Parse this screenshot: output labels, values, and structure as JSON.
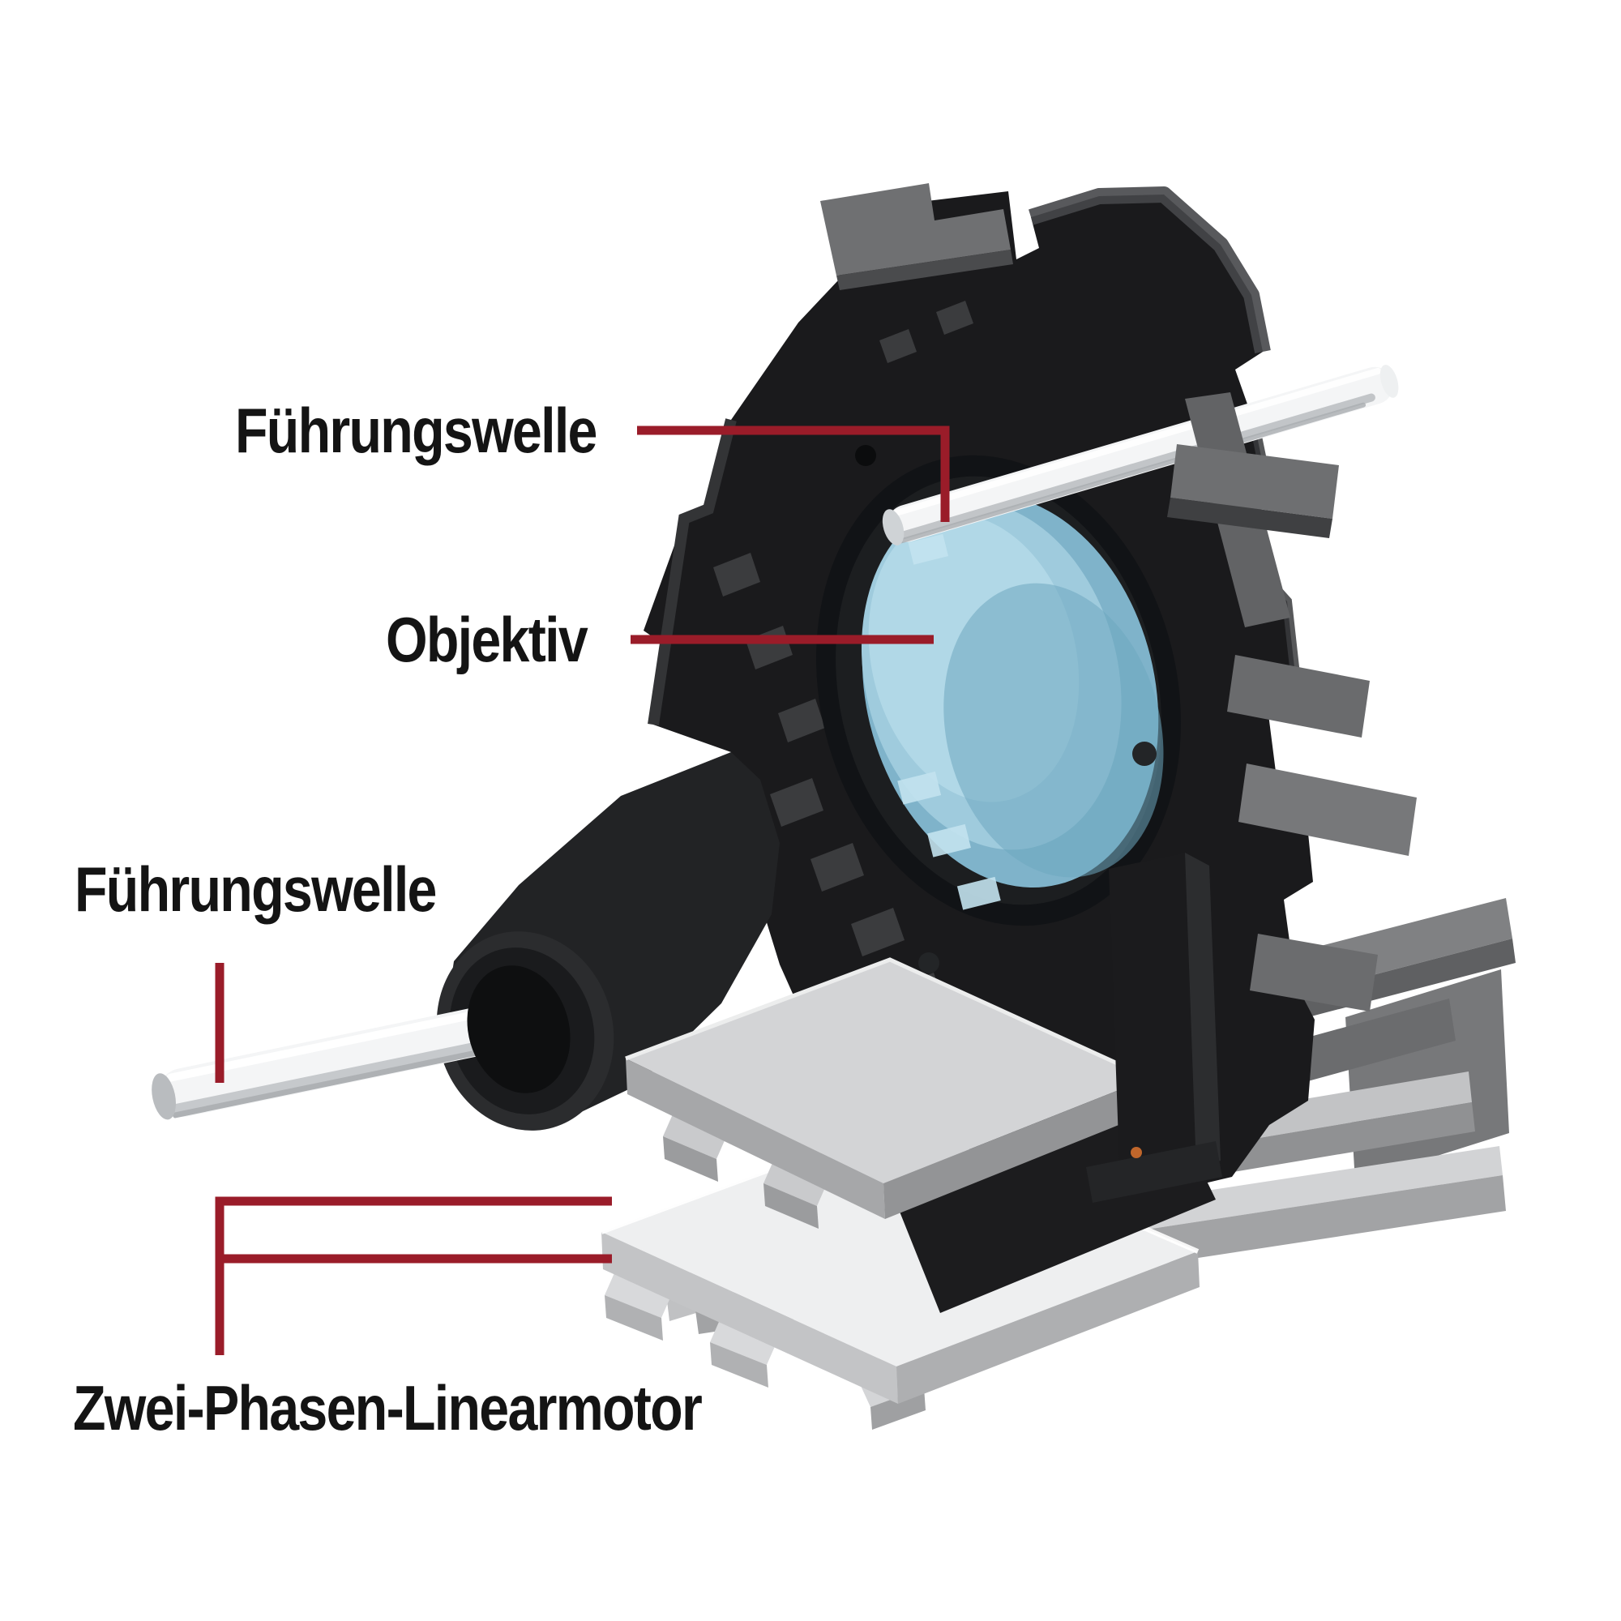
{
  "diagram": {
    "labels": {
      "guide_shaft_top": "Führungswelle",
      "lens": "Objektiv",
      "guide_shaft_bottom": "Führungswelle",
      "linear_motor": "Zwei-Phasen-Linearmotor"
    },
    "colors": {
      "background": "#ffffff",
      "leader_line": "#9a1c29",
      "label_text": "#141414",
      "housing_black": "#1a1a1c",
      "lens_blue": "#7fb3ca",
      "shaft_white": "#f4f5f6",
      "plate_upper_gray": "#d3d4d6",
      "plate_lower_white": "#eeeff0"
    }
  }
}
